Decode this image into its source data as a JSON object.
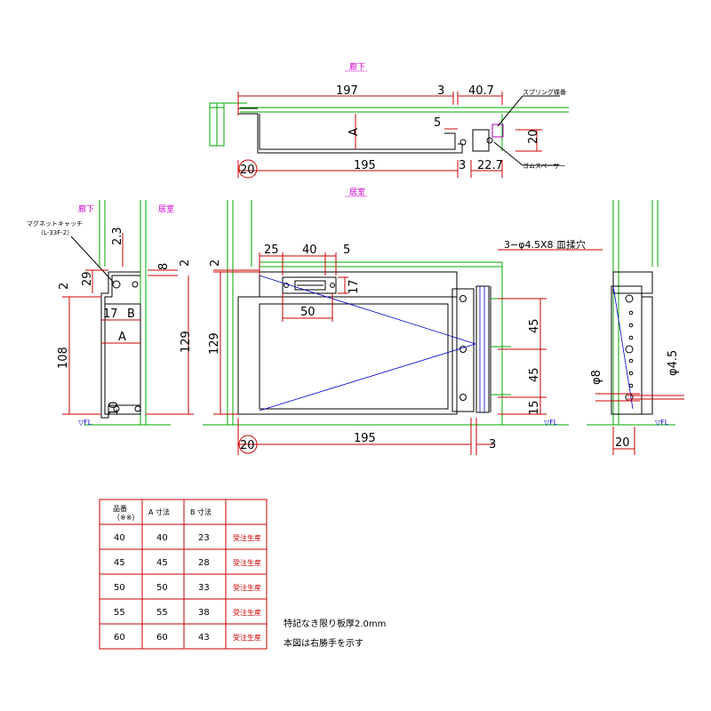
{
  "labels": {
    "top_view_label": "廊下",
    "front_view_label": "居室",
    "left_view_label_1": "廊下",
    "left_view_label_2": "居室",
    "spring_hinge": "スプリング蝶番",
    "rubber_spacer": "ゴムスペーサー",
    "magnet_catch_1": "マグネットキャッチ",
    "magnet_catch_2": "（L-33F-2）",
    "screw_holes": "3−φ4.5X8 皿揉穴",
    "fl": "▽FL"
  },
  "dims": {
    "top_197": "197",
    "top_3a": "3",
    "top_40_7": "40.7",
    "top_5": "5",
    "top_A": "A",
    "top_20v": "20",
    "top_20c": "20",
    "top_195": "195",
    "top_3b": "3",
    "top_22_7": "22.7",
    "front_25": "25",
    "front_40": "40",
    "front_5": "5",
    "front_2": "2",
    "front_17": "17",
    "front_50": "50",
    "front_129": "129",
    "front_45a": "45",
    "front_45b": "45",
    "front_15": "15",
    "front_20c": "20",
    "front_195": "195",
    "front_3": "3",
    "left_2_3": "2.3",
    "left_29": "29",
    "left_8": "8",
    "left_2a": "2",
    "left_2b": "2",
    "left_17": "17",
    "left_B": "B",
    "left_A": "A",
    "left_108": "108",
    "left_129": "129",
    "left_10": "10",
    "right_phi8": "φ8",
    "right_phi4_5": "φ4.5",
    "right_20": "20"
  },
  "table": {
    "headers": [
      "品番\n（※※）",
      "A 寸法",
      "B 寸法",
      ""
    ],
    "rows": [
      [
        "40",
        "40",
        "23",
        "受注生産"
      ],
      [
        "45",
        "45",
        "28",
        "受注生産"
      ],
      [
        "50",
        "50",
        "33",
        "受注生産"
      ],
      [
        "55",
        "55",
        "38",
        "受注生産"
      ],
      [
        "60",
        "60",
        "43",
        "受注生産"
      ]
    ]
  },
  "notes": [
    "特記なき限り板厚2.0mm",
    "本図は右勝手を示す"
  ]
}
